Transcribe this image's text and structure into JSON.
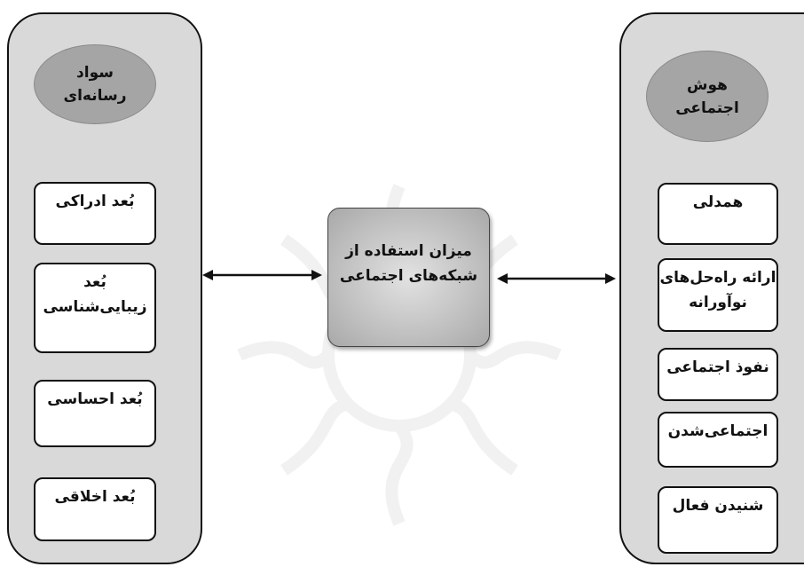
{
  "left_panel": {
    "title": "سواد رسانه‌ای",
    "items": [
      "بُعد ادراکی",
      "بُعد زیبایی‌شناسی",
      "بُعد احساسی",
      "بُعد اخلاقی"
    ]
  },
  "right_panel": {
    "title": "هوش اجتماعی",
    "items": [
      "همدلی",
      "ارائه راه‌حل‌های نوآورانه",
      "نفوذ اجتماعی",
      "اجتماعی‌شدن",
      "شنیدن فعال"
    ]
  },
  "center_box": {
    "label": "میزان استفاده از شبکه‌های اجتماعی"
  }
}
